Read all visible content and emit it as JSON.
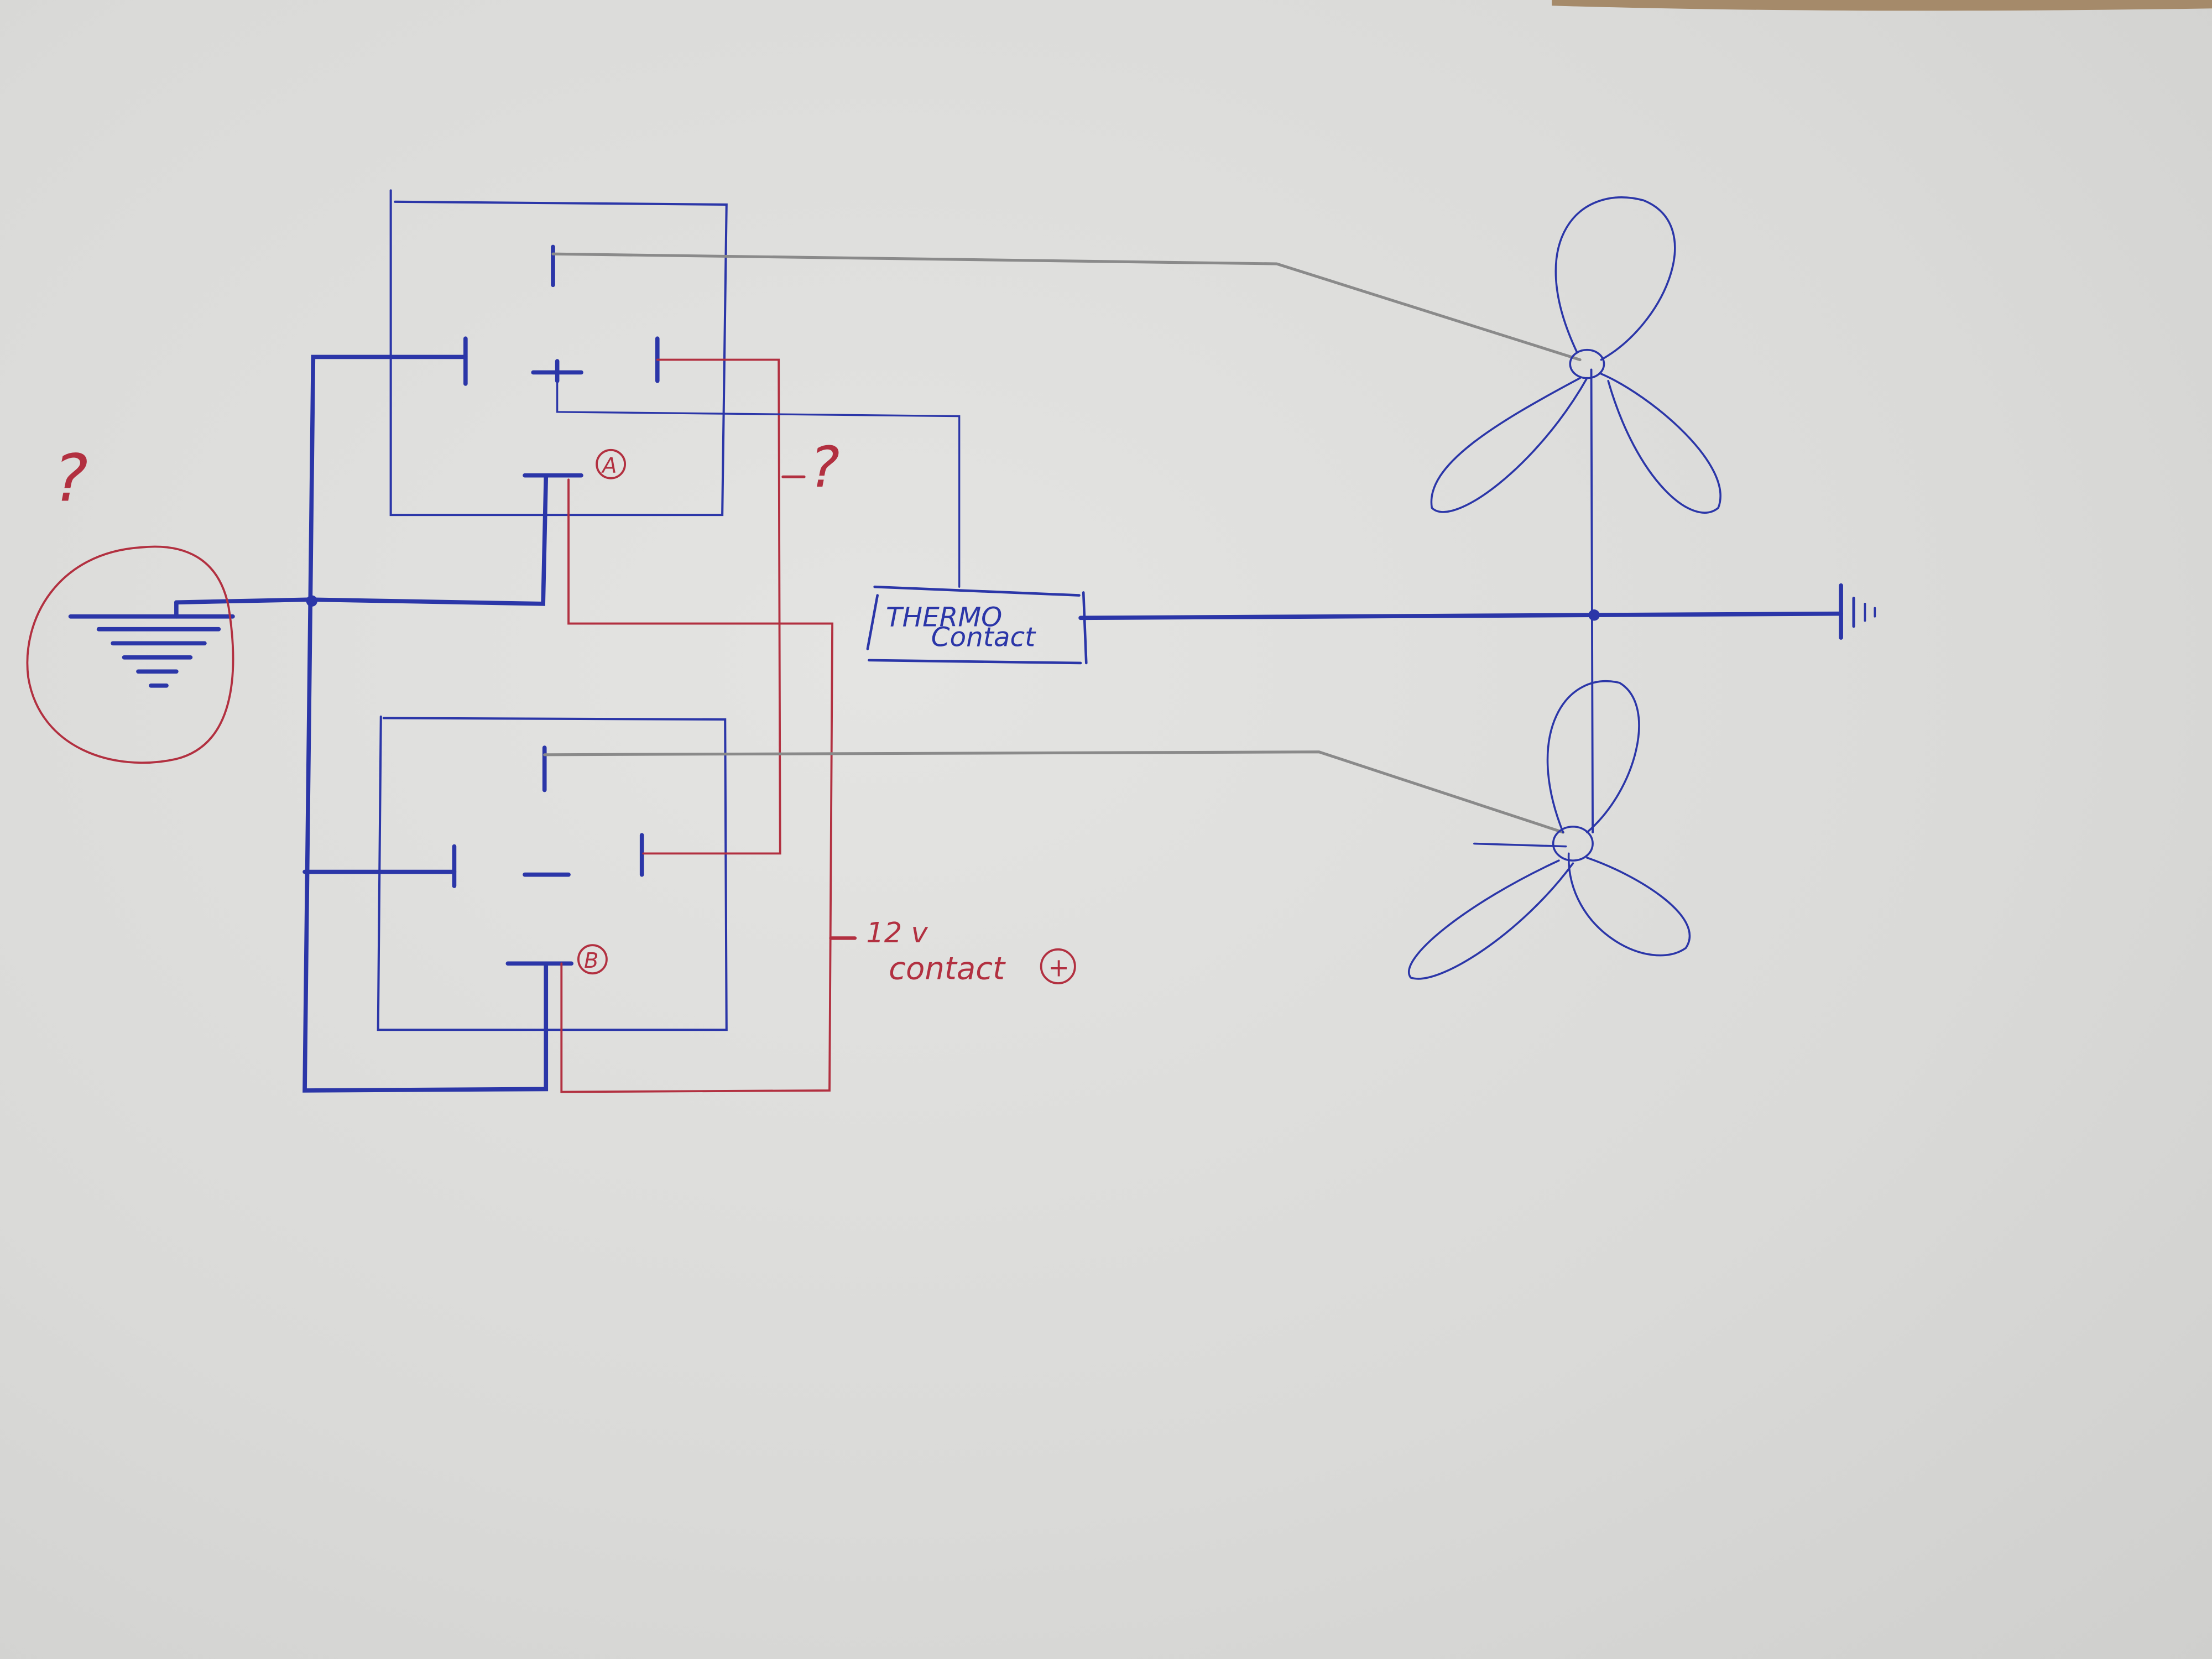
{
  "labels": {
    "relay_a": "A",
    "relay_b": "B",
    "question_ground": "?",
    "question_wire": "?",
    "thermo_line1": "THERMO",
    "thermo_line2": "Contact",
    "supply_line1": "12 v",
    "supply_line2": "contact",
    "supply_polarity": "+"
  },
  "colors": {
    "blue_ink": "#2b36a8",
    "red_ink": "#b23040",
    "pencil": "#8a8a8a"
  }
}
